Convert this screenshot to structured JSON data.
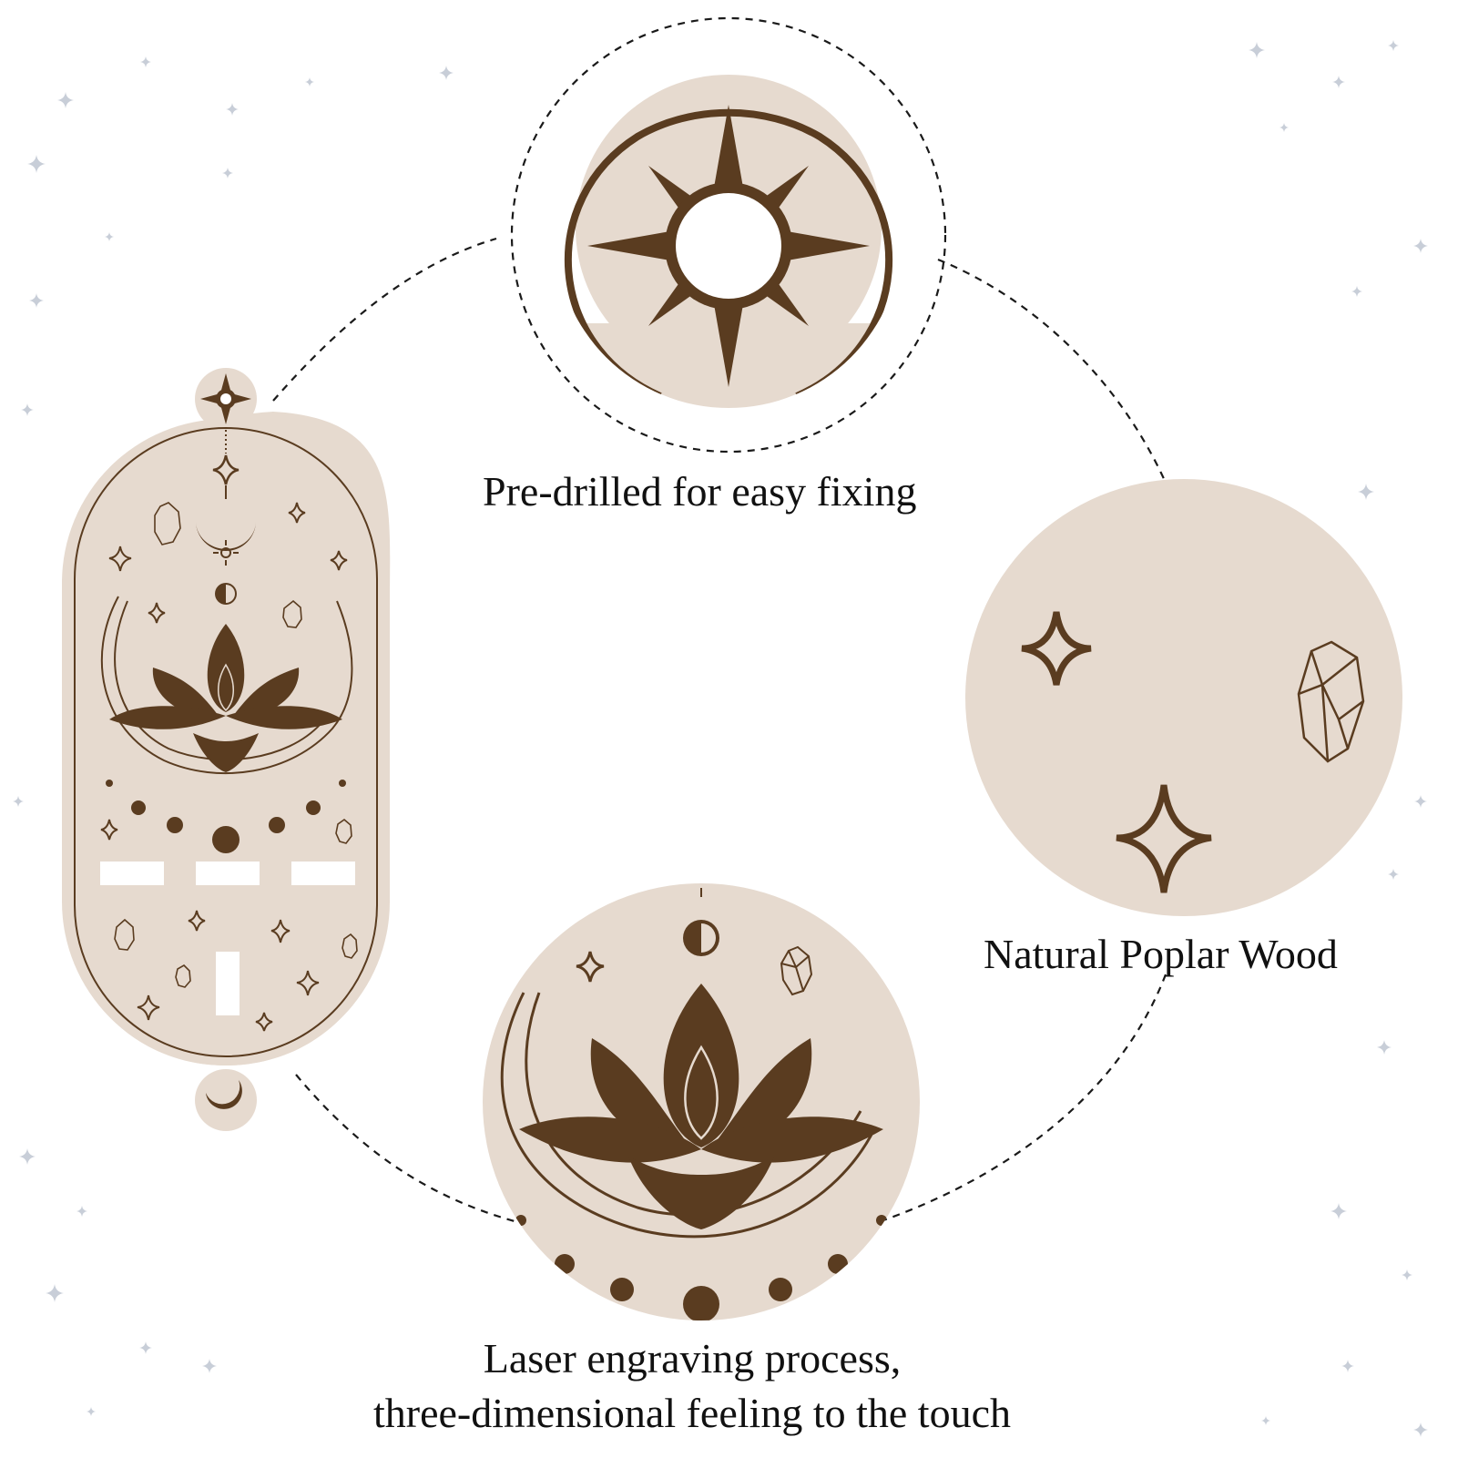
{
  "captions": {
    "predrilled": "Pre-drilled for easy fixing",
    "wood": "Natural Poplar Wood",
    "laser_line1": "Laser engraving process,",
    "laser_line2": "three-dimensional feeling to the touch"
  },
  "colors": {
    "wood": "#e6dacf",
    "engraving": "#5a3c20",
    "dash": "#1a1a1a",
    "stars": "#c8ced8",
    "text": "#111111"
  },
  "icons": [
    "compass-star-icon",
    "sparkle-icon",
    "crystal-icon",
    "lotus-icon",
    "crescent-moon-icon",
    "half-moon-icon",
    "sun-icon"
  ]
}
